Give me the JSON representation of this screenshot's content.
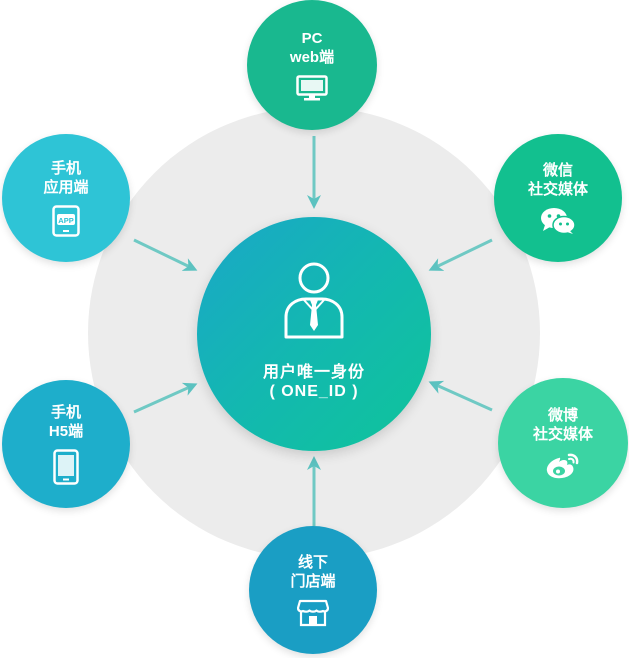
{
  "center": {
    "title": "用户唯一身份",
    "subtitle": "( ONE_ID )"
  },
  "nodes": {
    "pc": {
      "line1": "PC",
      "line2": "web端",
      "icon": "monitor-icon",
      "color": "#19b88f"
    },
    "app": {
      "line1": "手机",
      "line2": "应用端",
      "icon": "app-icon",
      "color": "#2ec4d6"
    },
    "wechat": {
      "line1": "微信",
      "line2": "社交媒体",
      "icon": "wechat-icon",
      "color": "#12c08f"
    },
    "h5": {
      "line1": "手机",
      "line2": "H5端",
      "icon": "mobile-icon",
      "color": "#1eaecb"
    },
    "weibo": {
      "line1": "微博",
      "line2": "社交媒体",
      "icon": "weibo-icon",
      "color": "#3bd4a3"
    },
    "store": {
      "line1": "线下",
      "line2": "门店端",
      "icon": "store-icon",
      "color": "#1a9ec4"
    }
  },
  "colors": {
    "ring": "#ececec",
    "arrow": "#6fc9c4",
    "center_gradient": [
      "#1aa7c8",
      "#0fc49a"
    ]
  }
}
